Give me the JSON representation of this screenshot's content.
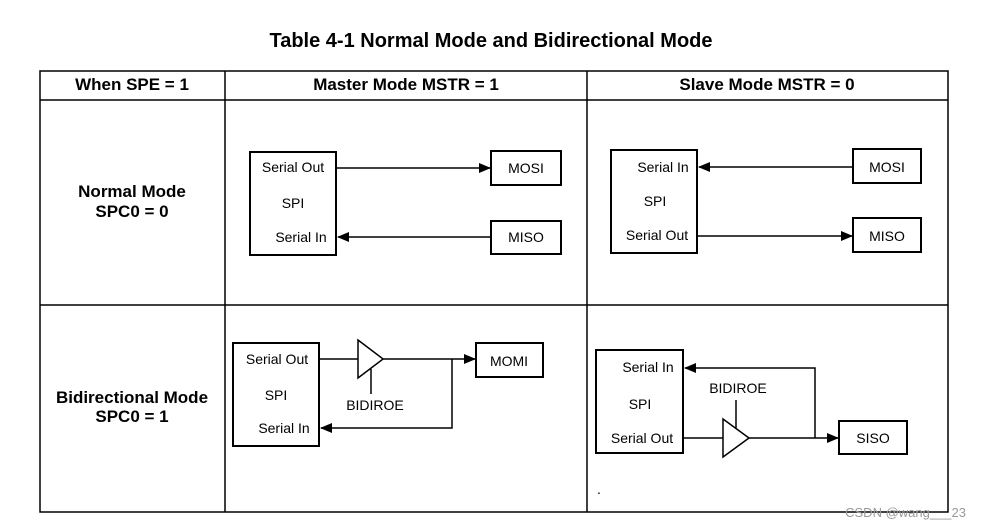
{
  "title": "Table 4-1 Normal Mode and Bidirectional Mode",
  "headers": [
    "When SPE = 1",
    "Master Mode MSTR = 1",
    "Slave Mode MSTR = 0"
  ],
  "rows": [
    {
      "label_line1": "Normal Mode",
      "label_line2": "SPC0 = 0"
    },
    {
      "label_line1": "Bidirectional Mode",
      "label_line2": "SPC0 = 1"
    }
  ],
  "normal_master": {
    "out": "Serial Out",
    "spi": "SPI",
    "in": "Serial In",
    "pin_top": "MOSI",
    "pin_bottom": "MISO"
  },
  "normal_slave": {
    "in": "Serial In",
    "spi": "SPI",
    "out": "Serial Out",
    "pin_top": "MOSI",
    "pin_bottom": "MISO"
  },
  "bidir_master": {
    "out": "Serial Out",
    "spi": "SPI",
    "in": "Serial In",
    "enable": "BIDIROE",
    "pin": "MOMI"
  },
  "bidir_slave": {
    "in": "Serial In",
    "spi": "SPI",
    "out": "Serial Out",
    "enable": "BIDIROE",
    "pin": "SISO"
  },
  "stray_dot": ".",
  "watermark": "CSDN @wang___23"
}
